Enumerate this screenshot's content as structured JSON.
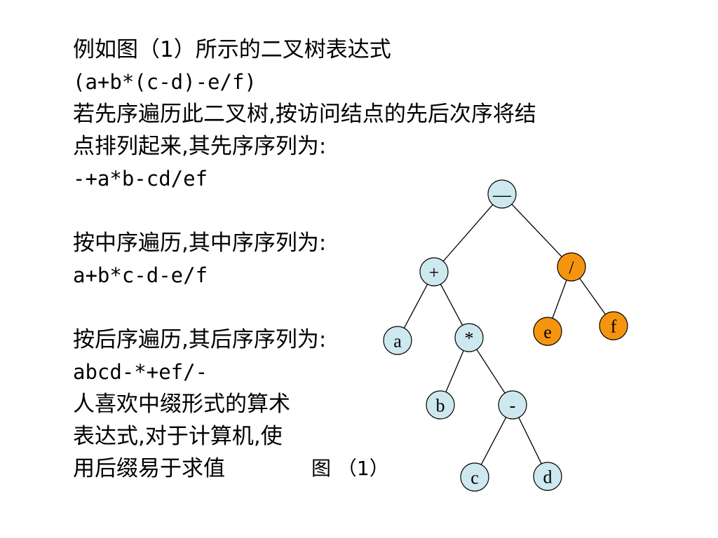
{
  "text_lines": [
    {
      "text": "例如图（1）所示的二叉树表达式",
      "style": "normal"
    },
    {
      "text": "(a+b*(c-d)-e/f)",
      "style": "mono"
    },
    {
      "text": "若先序遍历此二叉树,按访问结点的先后次序将结",
      "style": "normal"
    },
    {
      "text": "点排列起来,其先序序列为:",
      "style": "normal"
    },
    {
      "text": "-+a*b-cd/ef",
      "style": "mono"
    },
    {
      "text": "",
      "style": "blank"
    },
    {
      "text": "按中序遍历,其中序序列为:",
      "style": "normal"
    },
    {
      "text": "a+b*c-d-e/f",
      "style": "mono"
    },
    {
      "text": "",
      "style": "blank"
    },
    {
      "text": "按后序遍历,其后序序列为:",
      "style": "normal"
    },
    {
      "text": "abcd-*+ef/-",
      "style": "mono"
    },
    {
      "text": "人喜欢中缀形式的算术",
      "style": "normal"
    },
    {
      "text": "表达式,对于计算机,使",
      "style": "normal"
    }
  ],
  "last_line": "用后缀易于求值",
  "figure_caption": "图 （1）",
  "colors": {
    "node_blue": "#cde8ee",
    "node_orange": "#f5950f",
    "stroke": "#000000"
  },
  "tree": {
    "nodes": [
      {
        "id": "root",
        "label": "—",
        "color": "blue"
      },
      {
        "id": "plus",
        "label": "+",
        "color": "blue"
      },
      {
        "id": "div",
        "label": "/",
        "color": "orange"
      },
      {
        "id": "a",
        "label": "a",
        "color": "blue"
      },
      {
        "id": "mul",
        "label": "*",
        "color": "blue"
      },
      {
        "id": "e",
        "label": "e",
        "color": "orange"
      },
      {
        "id": "f",
        "label": "f",
        "color": "orange"
      },
      {
        "id": "b",
        "label": "b",
        "color": "blue"
      },
      {
        "id": "minus",
        "label": "-",
        "color": "blue"
      },
      {
        "id": "c",
        "label": "c",
        "color": "blue"
      },
      {
        "id": "d",
        "label": "d",
        "color": "blue"
      }
    ],
    "edges": [
      [
        "root",
        "plus"
      ],
      [
        "root",
        "div"
      ],
      [
        "plus",
        "a"
      ],
      [
        "plus",
        "mul"
      ],
      [
        "div",
        "e"
      ],
      [
        "div",
        "f"
      ],
      [
        "mul",
        "b"
      ],
      [
        "mul",
        "minus"
      ],
      [
        "minus",
        "c"
      ],
      [
        "minus",
        "d"
      ]
    ]
  }
}
